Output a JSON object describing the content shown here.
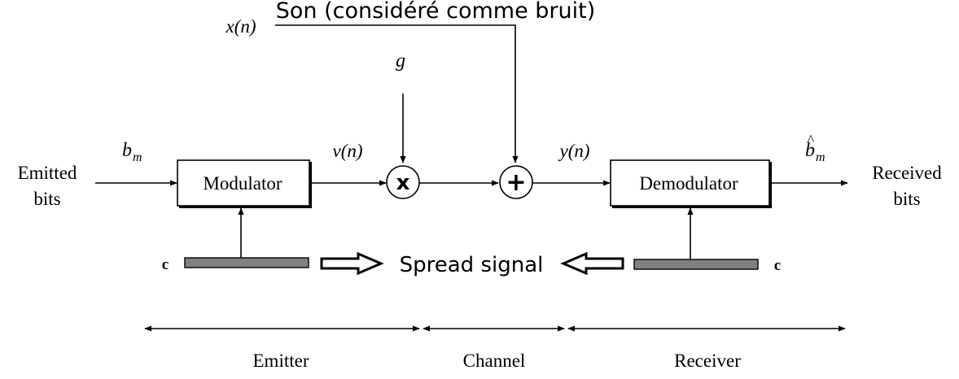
{
  "labels": {
    "noise_label": "Son (considéré comme bruit)",
    "x_n": "x(n)",
    "g": "g",
    "b_m": "b",
    "b_m_sub": "m",
    "v_n": "v(n)",
    "y_n": "y(n)",
    "bhat_m": "b",
    "bhat_hat": "^",
    "bhat_m_sub": "m",
    "emitted_line1": "Emitted",
    "emitted_line2": "bits",
    "received_line1": "Received",
    "received_line2": "bits",
    "spread_signal": "Spread signal",
    "c_left": "c",
    "c_right": "c"
  },
  "blocks": {
    "modulator": "Modulator",
    "demodulator": "Demodulator"
  },
  "operators": {
    "multiply": "x",
    "add": "+"
  },
  "sections": {
    "emitter": "Emitter",
    "channel": "Channel",
    "receiver": "Receiver"
  },
  "colors": {
    "code_bar": "#808080",
    "line": "#000000"
  }
}
